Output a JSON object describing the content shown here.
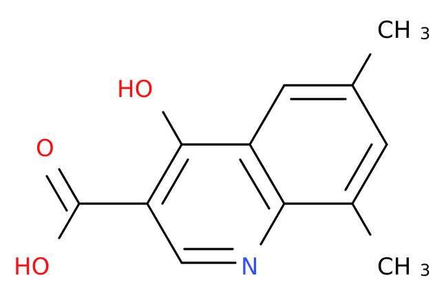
{
  "molecule": {
    "atoms": {
      "hydroxyl_top": {
        "text": "HO",
        "color": "#ff0d0d"
      },
      "carbonyl_o": {
        "text": "O",
        "color": "#ff0d0d"
      },
      "acid_oh": {
        "text": "HO",
        "color": "#ff0d0d"
      },
      "ring_n": {
        "text": "N",
        "color": "#3050f8"
      },
      "methyl_top": {
        "main": "CH",
        "sub": "3",
        "color": "#000000"
      },
      "methyl_bottom": {
        "main": "CH",
        "sub": "3",
        "color": "#000000"
      }
    },
    "bond_color": "#000000"
  }
}
